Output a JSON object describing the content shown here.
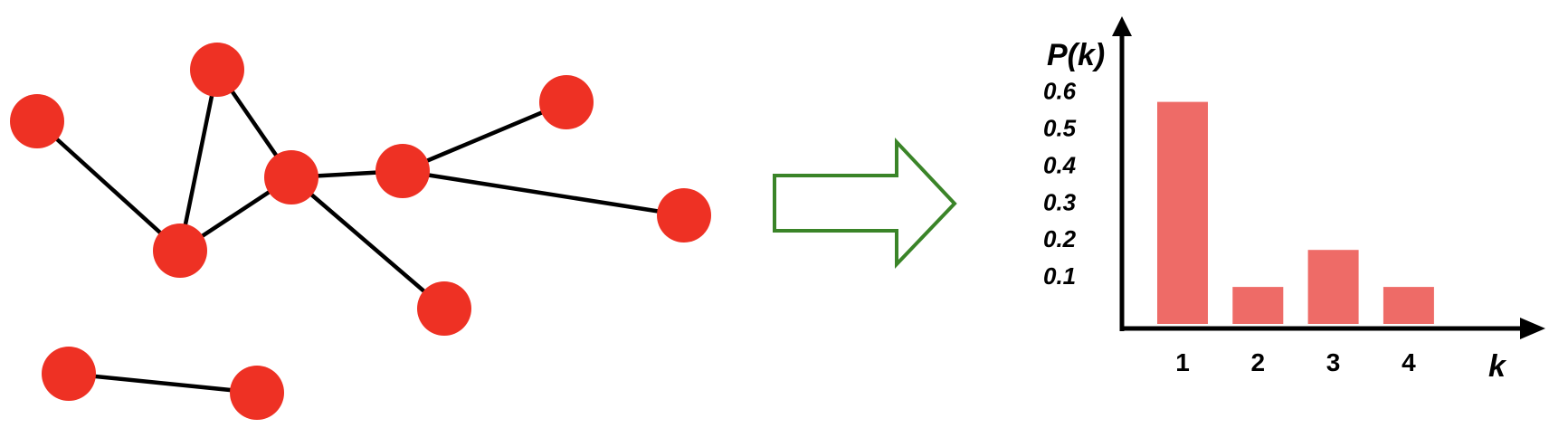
{
  "colors": {
    "node": "#ee3124",
    "edge": "#000000",
    "arrow": "#3a8428",
    "bar": "#ee6b67",
    "axis": "#000000"
  },
  "chart_data": {
    "type": "bar",
    "categories": [
      "1",
      "2",
      "3",
      "4"
    ],
    "values": [
      0.6,
      0.1,
      0.2,
      0.1
    ],
    "yticks": [
      "0.1",
      "0.2",
      "0.3",
      "0.4",
      "0.5",
      "0.6"
    ],
    "xlabel": "k",
    "ylabel": "P(k)",
    "ylim": [
      0,
      0.6
    ],
    "grid": false
  }
}
